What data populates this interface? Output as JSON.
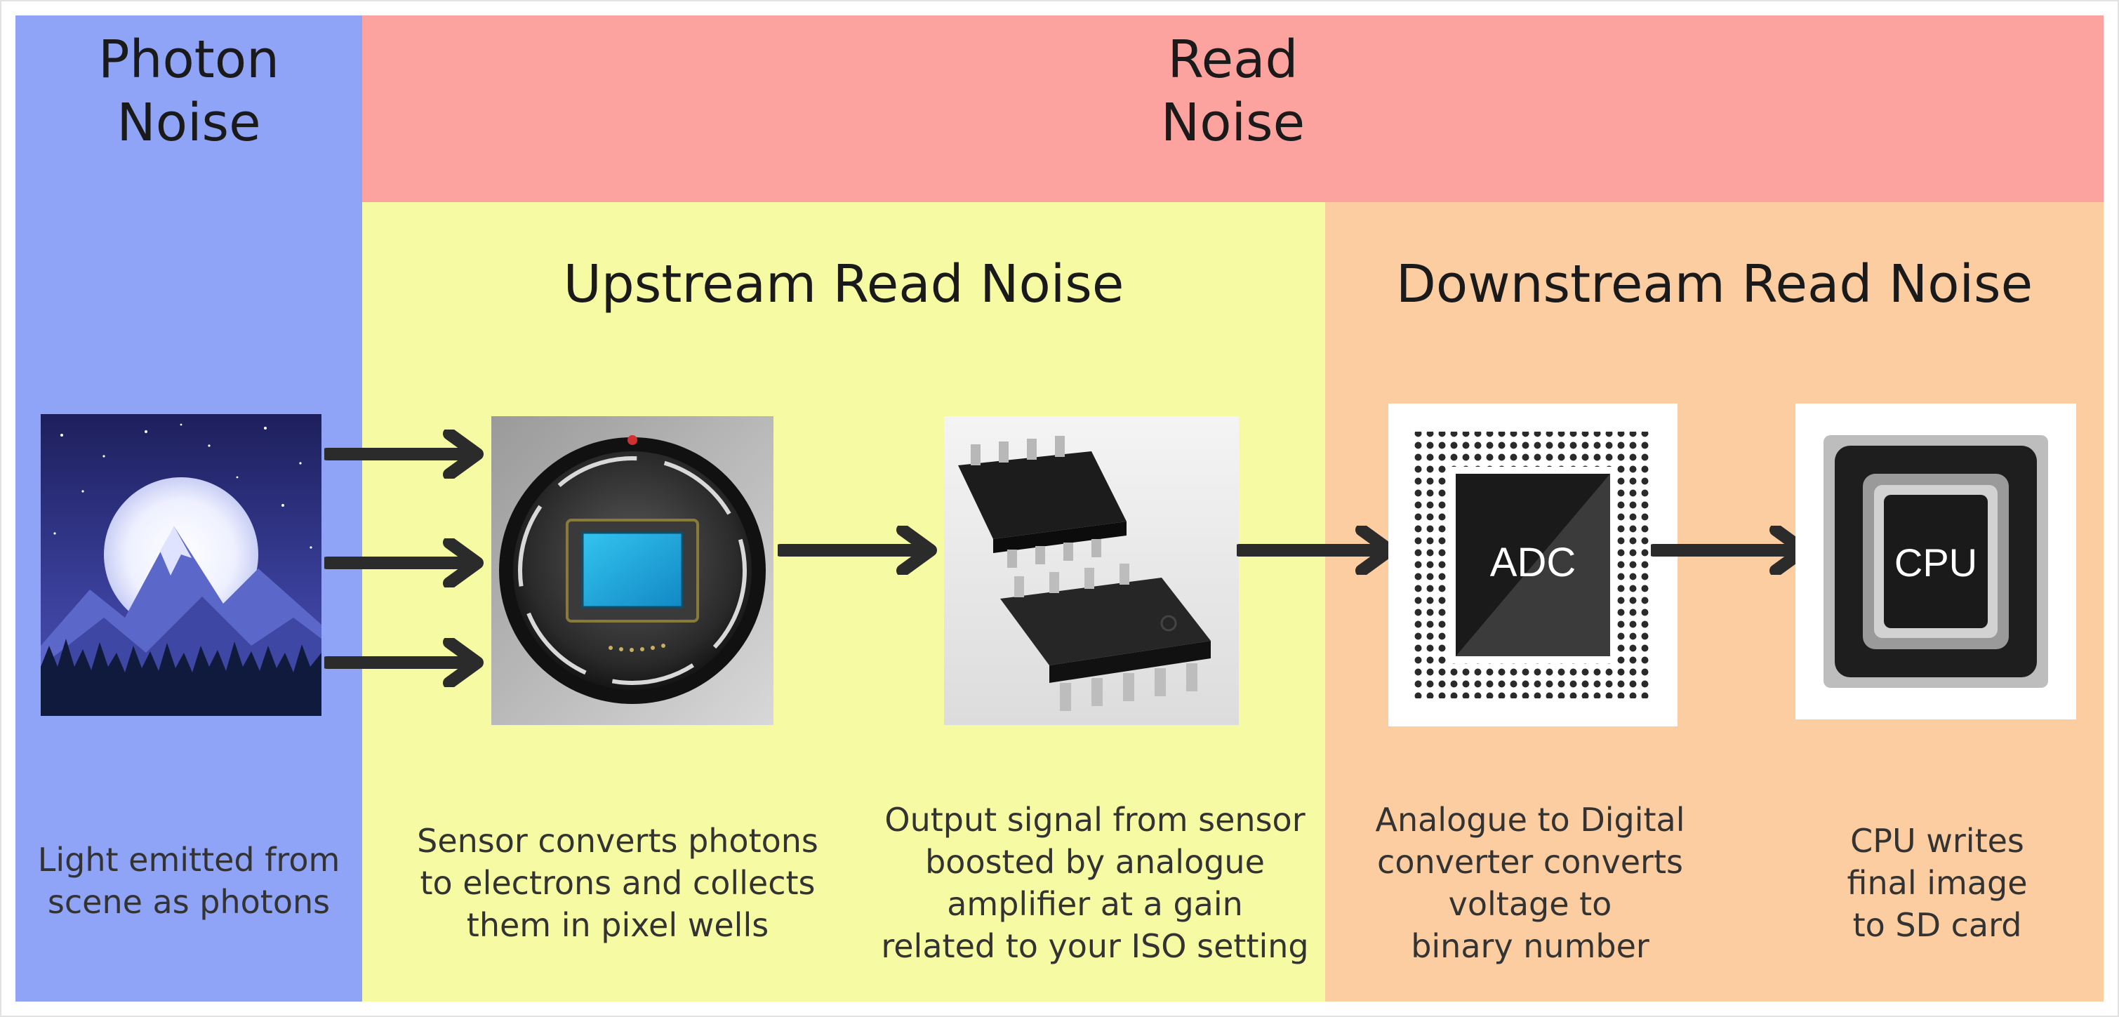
{
  "titles": {
    "photon": [
      "Photon",
      "Noise"
    ],
    "read": [
      "Read",
      "Noise"
    ],
    "upstream": "Upstream Read Noise",
    "downstream": "Downstream Read Noise"
  },
  "chip_labels": {
    "adc": "ADC",
    "cpu": "CPU"
  },
  "captions": {
    "light": [
      "Light emitted from",
      "scene as photons"
    ],
    "sensor": [
      "Sensor converts photons",
      "to electrons and collects",
      "them in pixel wells"
    ],
    "amplifier": [
      "Output signal from sensor",
      "boosted by analogue",
      "amplifier at a gain",
      "related to your ISO setting"
    ],
    "adc": [
      "Analogue to Digital",
      "converter converts",
      "voltage to",
      "binary number"
    ],
    "cpu": [
      "CPU writes",
      "final image",
      "to SD card"
    ]
  },
  "colors": {
    "photon_panel": "#8fa3f7",
    "read_band": "#fca3a0",
    "upstream_panel": "#f6fba3",
    "downstream_panel": "#fbcda0",
    "arrow": "#2b2b2b"
  }
}
